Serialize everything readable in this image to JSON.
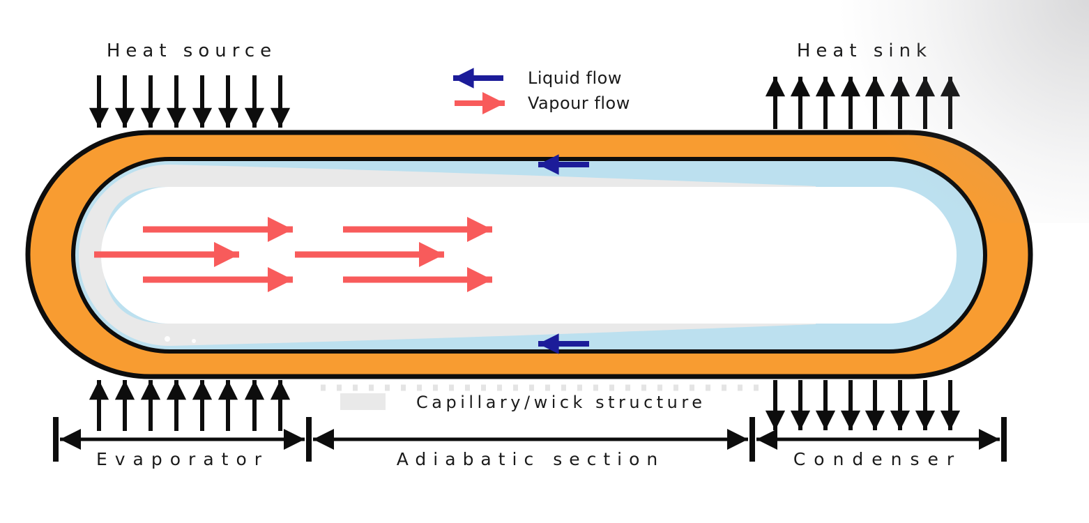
{
  "diagram": {
    "type": "heat-pipe-schematic",
    "labels": {
      "heat_source": "Heat source",
      "heat_sink": "Heat sink",
      "evaporator": "Evaporator",
      "adiabatic_section": "Adiabatic section",
      "condenser": "Condenser"
    },
    "legend": {
      "liquid_flow": "Liquid flow",
      "vapour_flow": "Vapour flow",
      "wick": "Capillary/wick structure"
    },
    "arrows": {
      "heat_source_count": 8,
      "heat_sink_count": 8,
      "evaporator_in_count": 8,
      "condenser_out_count": 8,
      "vapour_arrow_count": 6,
      "liquid_arrow_count": 2
    },
    "colors": {
      "wall_orange": "#F89C31",
      "liquid_blue": "#BCE0EF",
      "wick_grey": "#E9E9E9",
      "vapour_red": "#F85B5B",
      "liquid_navy": "#1C1C99",
      "outline_black": "#0d0d0d",
      "text_dark": "#1a1a1a"
    }
  }
}
